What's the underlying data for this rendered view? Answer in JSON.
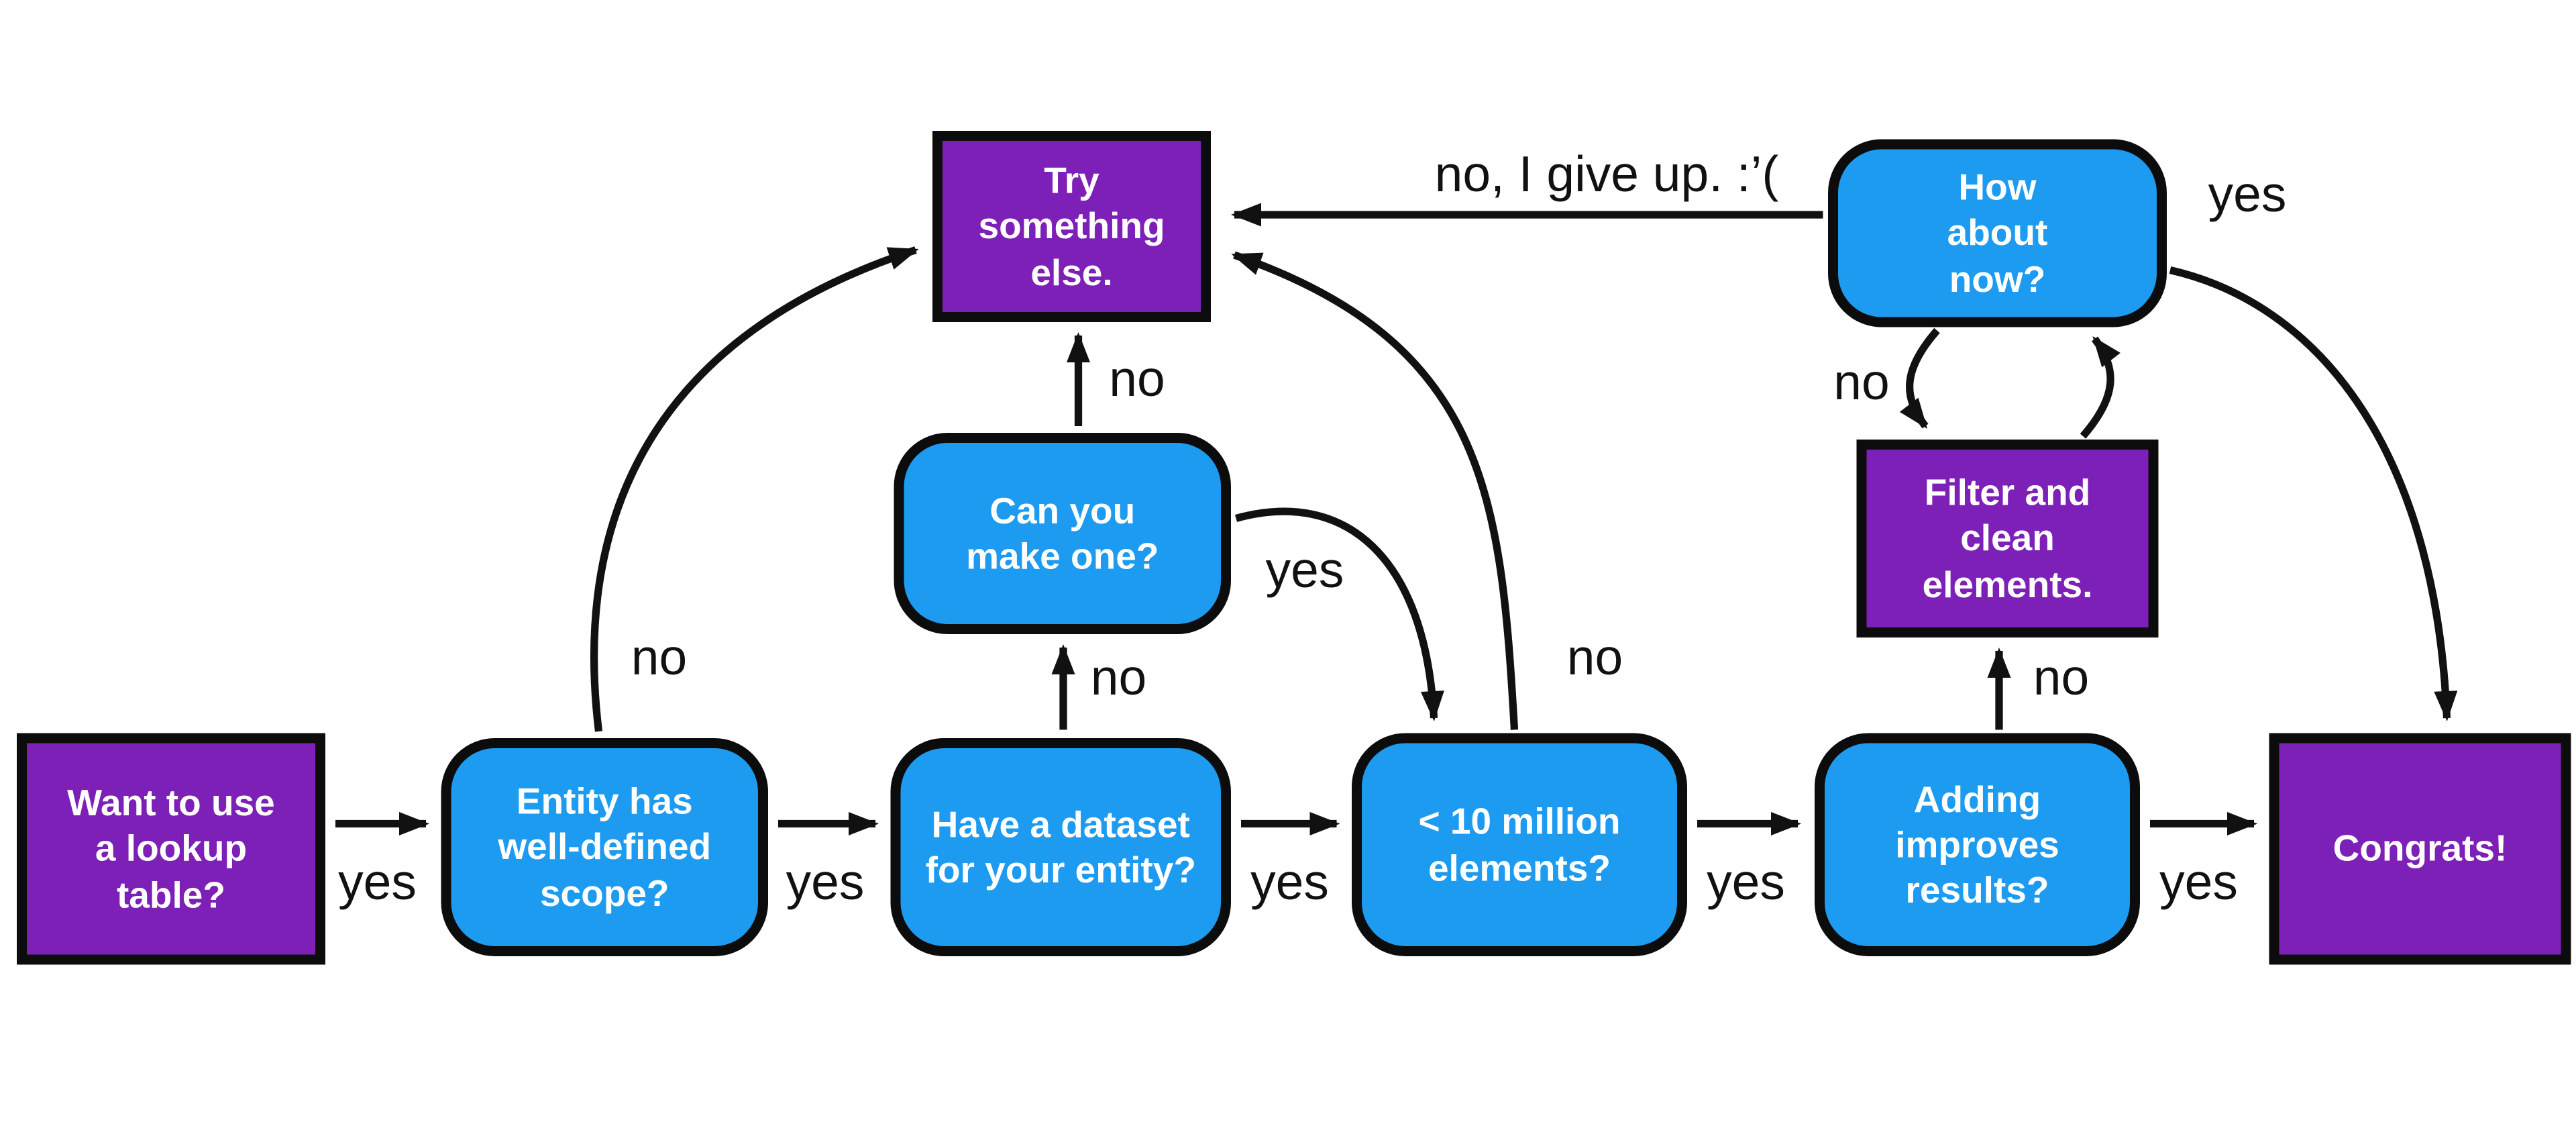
{
  "colors": {
    "node_blue": "#1d9bf0",
    "node_purple": "#7d20b8",
    "border_black": "#0c0c0c",
    "arrow_black": "#111111",
    "text_white": "#ffffff",
    "background": "#ffffff"
  },
  "nodes": {
    "want": {
      "label": "Want to use a lookup table?"
    },
    "entity": {
      "label": "Entity has well-defined scope?"
    },
    "dataset": {
      "label": "Have a dataset for your entity?"
    },
    "canmake": {
      "label": "Can you make one?"
    },
    "try": {
      "label": "Try something else."
    },
    "tenmillion": {
      "label": "< 10 million elements?"
    },
    "adding": {
      "label": "Adding improves results?"
    },
    "congrats": {
      "label": "Congrats!"
    },
    "howabout": {
      "label": "How about now?"
    },
    "filter": {
      "label": "Filter and clean elements."
    }
  },
  "edge_labels": {
    "want_entity": "yes",
    "entity_dataset": "yes",
    "dataset_tenmillion": "yes",
    "tenmillion_adding": "yes",
    "adding_congrats": "yes",
    "entity_try": "no",
    "dataset_canmake": "no",
    "canmake_try": "no",
    "canmake_tenmillion": "yes",
    "tenmillion_try": "no",
    "adding_filter": "no",
    "howabout_filter": "no",
    "howabout_try": "no, I give up. :’(",
    "howabout_congrats": "yes"
  }
}
